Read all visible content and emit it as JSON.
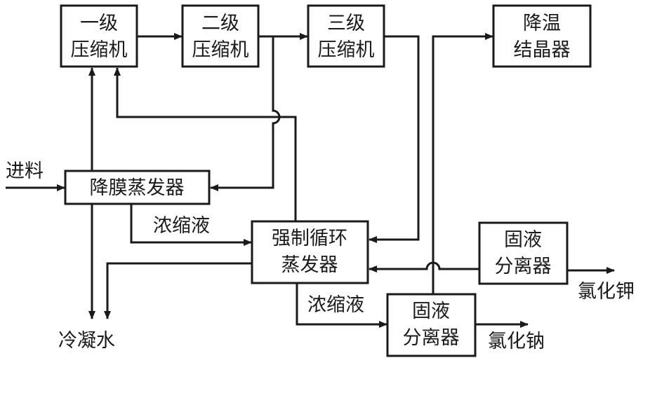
{
  "nodes": {
    "compressor1": {
      "line1": "一级",
      "line2": "压缩机"
    },
    "compressor2": {
      "line1": "二级",
      "line2": "压缩机"
    },
    "compressor3": {
      "line1": "三级",
      "line2": "压缩机"
    },
    "crystallizer": {
      "line1": "降温",
      "line2": "结晶器"
    },
    "falling_film_evaporator": {
      "label": "降膜蒸发器"
    },
    "forced_circulation_evaporator": {
      "line1": "强制循环",
      "line2": "蒸发器"
    },
    "separator_right": {
      "line1": "固液",
      "line2": "分离器"
    },
    "separator_bottom": {
      "line1": "固液",
      "line2": "分离器"
    }
  },
  "labels": {
    "feed": "进料",
    "concentrate_1": "浓缩液",
    "concentrate_2": "浓缩液",
    "condensate": "冷凝水",
    "potassium_chloride": "氯化钾",
    "sodium_chloride": "氯化钠"
  }
}
